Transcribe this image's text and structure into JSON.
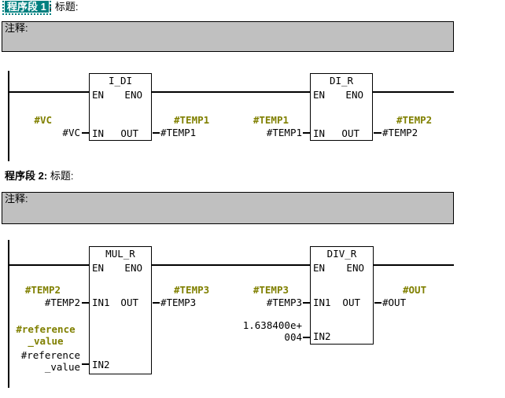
{
  "colors": {
    "selection_teal": "#008080",
    "operand_olive": "#808000",
    "comment_gray": "#c0c0c0",
    "line_black": "#000000",
    "background_white": "#ffffff"
  },
  "net1": {
    "header": {
      "number": "程序段 1",
      "colon": ":",
      "title": "标题:"
    },
    "comment": {
      "label": "注释:"
    },
    "block_idi": {
      "title": "I_DI",
      "en": "EN",
      "eno": "ENO",
      "in": "IN",
      "out": "OUT"
    },
    "block_dir": {
      "title": "DI_R",
      "en": "EN",
      "eno": "ENO",
      "in": "IN",
      "out": "OUT"
    },
    "in_vc": {
      "symbol": "#VC",
      "operand": "#VC"
    },
    "out_temp1": {
      "symbol": "#TEMP1",
      "operand": "#TEMP1"
    },
    "in_temp1": {
      "symbol": "#TEMP1",
      "operand": "#TEMP1"
    },
    "out_temp2": {
      "symbol": "#TEMP2",
      "operand": "#TEMP2"
    }
  },
  "net2": {
    "header": {
      "number": "程序段 2",
      "colon": ":",
      "title": "标题:"
    },
    "comment": {
      "label": "注释:"
    },
    "block_mulr": {
      "title": "MUL_R",
      "en": "EN",
      "eno": "ENO",
      "in1": "IN1",
      "in2": "IN2",
      "out": "OUT"
    },
    "block_divr": {
      "title": "DIV_R",
      "en": "EN",
      "eno": "ENO",
      "in1": "IN1",
      "in2": "IN2",
      "out": "OUT"
    },
    "in1_temp2": {
      "symbol": "#TEMP2",
      "operand": "#TEMP2"
    },
    "in2_reference": {
      "symbol_line1": "#reference",
      "symbol_line2": "_value",
      "operand_line1": "#reference",
      "operand_line2": "_value"
    },
    "out_temp3": {
      "symbol": "#TEMP3",
      "operand": "#TEMP3"
    },
    "in1_temp3": {
      "symbol": "#TEMP3",
      "operand": "#TEMP3"
    },
    "in2_const": {
      "line1": "1.638400e+",
      "line2": "004"
    },
    "out_out": {
      "symbol": "#OUT",
      "operand": "#OUT"
    }
  }
}
